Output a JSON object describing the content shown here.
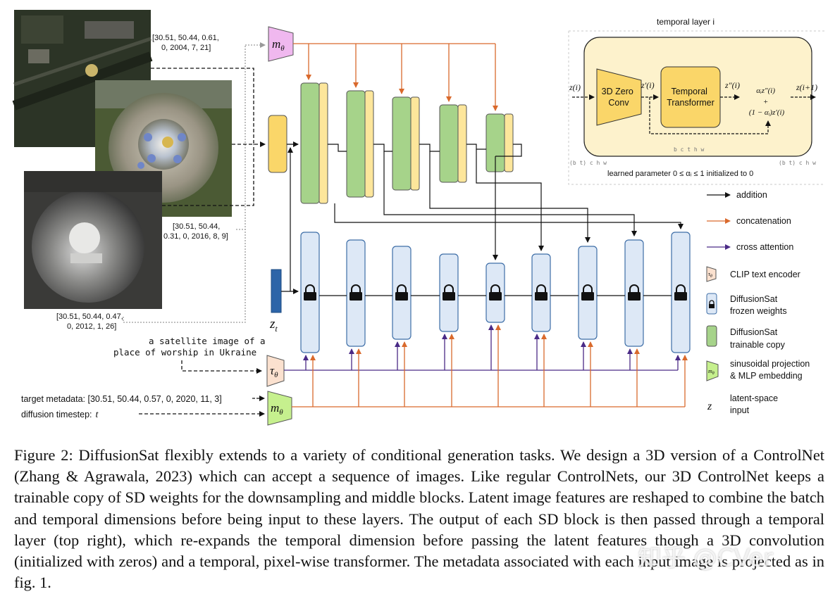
{
  "figure": {
    "metadata_labels": {
      "img1": [
        "[30.51, 50.44, 0.61,",
        "0, 2004, 7, 21]"
      ],
      "img2": [
        "[30.51, 50.44,",
        "0.31, 0, 2016, 8, 9]"
      ],
      "img3": [
        "[30.51, 50.44, 0.47,",
        "0, 2012, 1, 26]"
      ]
    },
    "text_prompt": [
      "a satellite image of a",
      "place of worship in Ukraine"
    ],
    "target_metadata_label": "target metadata: [30.51, 50.44, 0.57, 0, 2020, 11, 3]",
    "diffusion_timestep_label": "diffusion timestep:",
    "timestep_symbol": "t",
    "latent_symbol": "z",
    "latent_subscript": "t",
    "m_theta": "m",
    "theta": "θ",
    "tau": "τ",
    "temporal_layer": {
      "title": "temporal layer i",
      "z_in": "z(i)",
      "conv": [
        "3D Zero",
        "Conv"
      ],
      "z_prime": "z′(i)",
      "transformer": [
        "Temporal",
        "Transformer"
      ],
      "z_dprime": "z″(i)",
      "combine": [
        "αᵢz″(i)",
        "+",
        "(1 − αᵢ)z′(i)"
      ],
      "z_out": "z(i+1)",
      "dims_inner": "b c t h w",
      "dims_left": "(b t) c h w",
      "dims_right": "(b t) c h w",
      "param_note": "learned parameter 0 ≤ αᵢ ≤ 1 initialized to 0"
    },
    "legend": {
      "addition": "addition",
      "concatenation": "concatenation",
      "cross_attention": "cross attention",
      "clip": "CLIP text encoder",
      "frozen": [
        "DiffusionSat",
        "frozen weights"
      ],
      "trainable": [
        "DiffusionSat",
        "trainable copy"
      ],
      "sinusoidal": [
        "sinusoidal projection",
        "& MLP embedding"
      ],
      "latent": [
        "latent-space",
        "input"
      ]
    },
    "colors": {
      "green": "#a6d38a",
      "yellow": "#fde69b",
      "frozen_fill": "#dde8f6",
      "frozen_stroke": "#3e6ea7",
      "orange": "#d9692c",
      "purple": "#4a2a86",
      "latent_blue": "#2d65a8",
      "mtheta_pink": "#f0b8ef",
      "mtheta_green": "#c6f08e",
      "tau_fill": "#fbe1cf",
      "temporal_bg": "#fdf2cc",
      "module_yellow": "#fad669"
    }
  },
  "caption": "Figure 2: DiffusionSat flexibly extends to a variety of conditional generation tasks. We design a 3D version of a ControlNet (Zhang & Agrawala, 2023) which can accept a sequence of images. Like regular ControlNets, our 3D ControlNet keeps a trainable copy of SD weights for the downsampling and middle blocks. Latent image features are reshaped to combine the batch and temporal dimensions before being input to these layers. The output of each SD block is then passed through a temporal layer (top right), which re-expands the temporal dimension before passing the latent features though a 3D convolution (initialized with zeros) and a temporal, pixel-wise transformer. The metadata associated with each input image is projected as in fig. 1.",
  "watermark": "知乎 @CVer"
}
